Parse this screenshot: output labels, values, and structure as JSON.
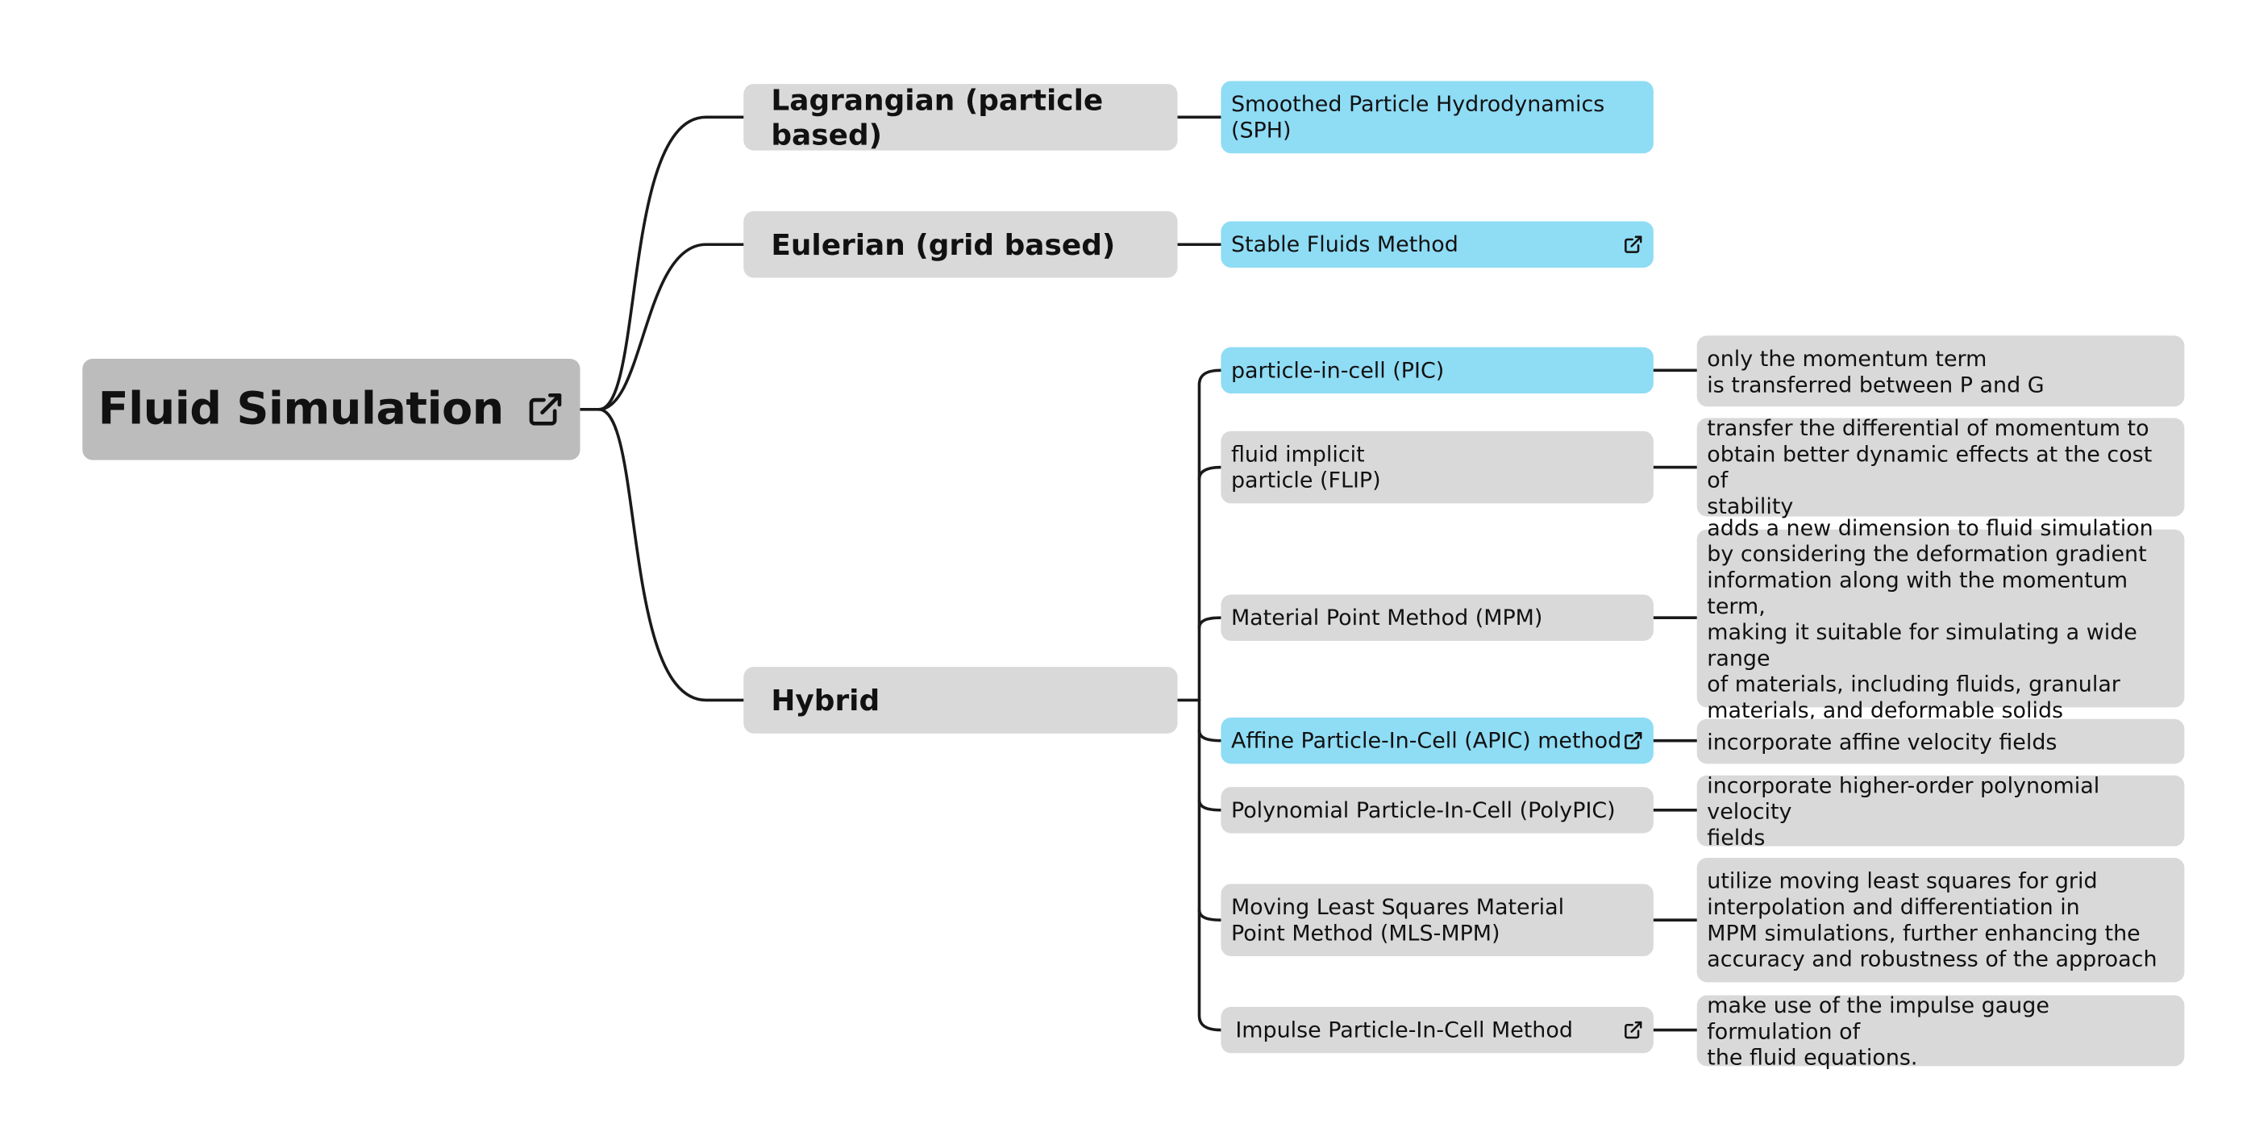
{
  "root": {
    "label": "Fluid Simulation",
    "icon": "external-link-icon"
  },
  "branches": [
    {
      "label": "Lagrangian (particle based)"
    },
    {
      "label": "Eulerian (grid based)"
    },
    {
      "label": "Hybrid"
    }
  ],
  "lagrangian": {
    "methods": [
      {
        "label": "Smoothed Particle Hydrodynamics\n(SPH)",
        "highlight": "#8fdcf5"
      }
    ]
  },
  "eulerian": {
    "methods": [
      {
        "label": "Stable Fluids Method",
        "highlight": "#8fdcf5",
        "icon": "external-link-icon"
      }
    ]
  },
  "hybrid": {
    "methods": [
      {
        "label": "particle-in-cell (PIC)",
        "highlight": "#8fdcf5",
        "description": "only the momentum term\nis transferred between P and G"
      },
      {
        "label": "fluid implicit\nparticle (FLIP)",
        "description": "transfer the differential of momentum to\nobtain better dynamic effects at the cost of\nstability"
      },
      {
        "label": "Material Point Method (MPM)",
        "description": "adds a new dimension to fluid simulation\nby considering the deformation gradient\ninformation along with the momentum term,\nmaking it suitable for simulating a wide range\nof materials, including fluids, granular\nmaterials, and deformable solids"
      },
      {
        "label": "Affine Particle-In-Cell (APIC) method",
        "highlight": "#8fdcf5",
        "icon": "external-link-icon",
        "description": "incorporate affine velocity fields"
      },
      {
        "label": "Polynomial Particle-In-Cell (PolyPIC)",
        "description": "incorporate higher-order polynomial velocity\nfields"
      },
      {
        "label": "Moving Least Squares Material\nPoint Method (MLS-MPM)",
        "description": "utilize moving least squares for grid\ninterpolation and differentiation in\nMPM simulations, further enhancing the\naccuracy and robustness of the approach"
      },
      {
        "label": "Impulse Particle-In-Cell Method",
        "icon": "external-link-icon",
        "description": "make use of the impulse gauge formulation of\nthe fluid equations."
      }
    ]
  },
  "colors": {
    "root": "#bcbcbc",
    "node": "#d9d9d9",
    "highlight": "#8fdcf5",
    "connector": "#1a1a1a"
  }
}
